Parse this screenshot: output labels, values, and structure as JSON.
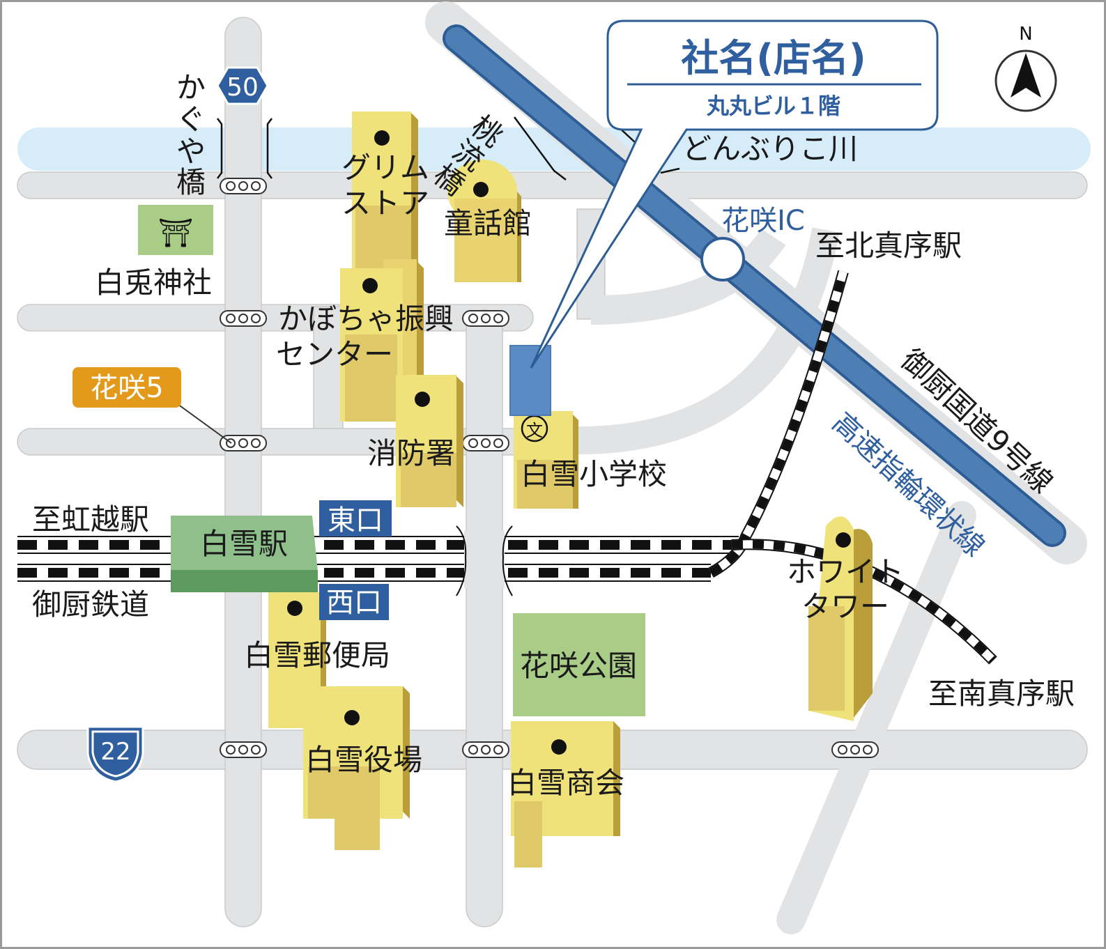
{
  "company": {
    "title": "社名(店名)",
    "subtitle": "丸丸ビル１階"
  },
  "compass": {
    "label": "N"
  },
  "routes": {
    "prefectural": "50",
    "national": "22"
  },
  "bus_stop": "花咲5",
  "interchange": "花咲IC",
  "station": {
    "name": "白雪駅",
    "east_exit": "東口",
    "west_exit": "西口"
  },
  "railway": "御厨鉄道",
  "highway": "高速指輪環状線",
  "national_road": "御厨国道9号線",
  "river": "どんぶりこ川",
  "bridges": {
    "kaguya": [
      "か",
      "ぐ",
      "や",
      "橋"
    ],
    "touryu": [
      "桃",
      "流",
      "橋"
    ]
  },
  "destinations": {
    "west": "至虹越駅",
    "north": "至北真序駅",
    "south": "至南真序駅"
  },
  "places": {
    "shrine": "白兎神社",
    "shrine_symbol": "⛩",
    "grim_store": [
      "グリム",
      "ストア"
    ],
    "fairy_hall": "童話館",
    "pumpkin_center": [
      "かぼちゃ振興",
      "センター"
    ],
    "fire_station": "消防署",
    "school": "白雪小学校",
    "school_symbol": "文",
    "post_office": "白雪郵便局",
    "town_hall": "白雪役場",
    "park": "花咲公園",
    "shopping": "白雪商会",
    "white_tower": [
      "ホワイト",
      "タワー"
    ]
  },
  "colors": {
    "road": "#e2e3e4",
    "river": "#d6ecf8",
    "highway": "#4d7fb5",
    "building": "#f0e27a",
    "station": "#8fc08c",
    "park": "#a9cc87",
    "accent_blue": "#2f5f9e",
    "bus_stop": "#e39a1a"
  }
}
